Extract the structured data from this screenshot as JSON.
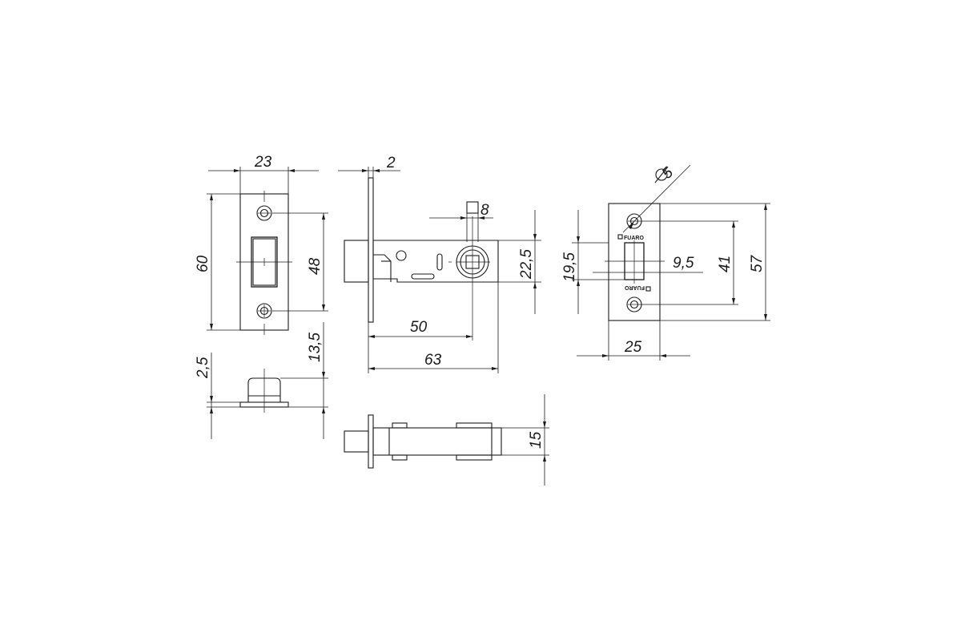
{
  "brand_mark": "FUARO",
  "dimensions": {
    "strike_width": "23",
    "strike_height": "60",
    "strike_hole_spacing": "48",
    "strike_depth": "13,5",
    "strike_plate_thickness": "2,5",
    "faceplate_thickness": "2",
    "spindle_square": "8",
    "body_height": "22,5",
    "backset": "50",
    "body_length": "63",
    "body_thickness": "15",
    "hole_diameter": "5",
    "faceplate_latch_offset": "19,5",
    "faceplate_latch_width": "9,5",
    "faceplate_hole_spacing": "41",
    "faceplate_height": "57",
    "faceplate_width": "25"
  },
  "colors": {
    "ink": "#1a1a1a",
    "paper": "#ffffff"
  }
}
